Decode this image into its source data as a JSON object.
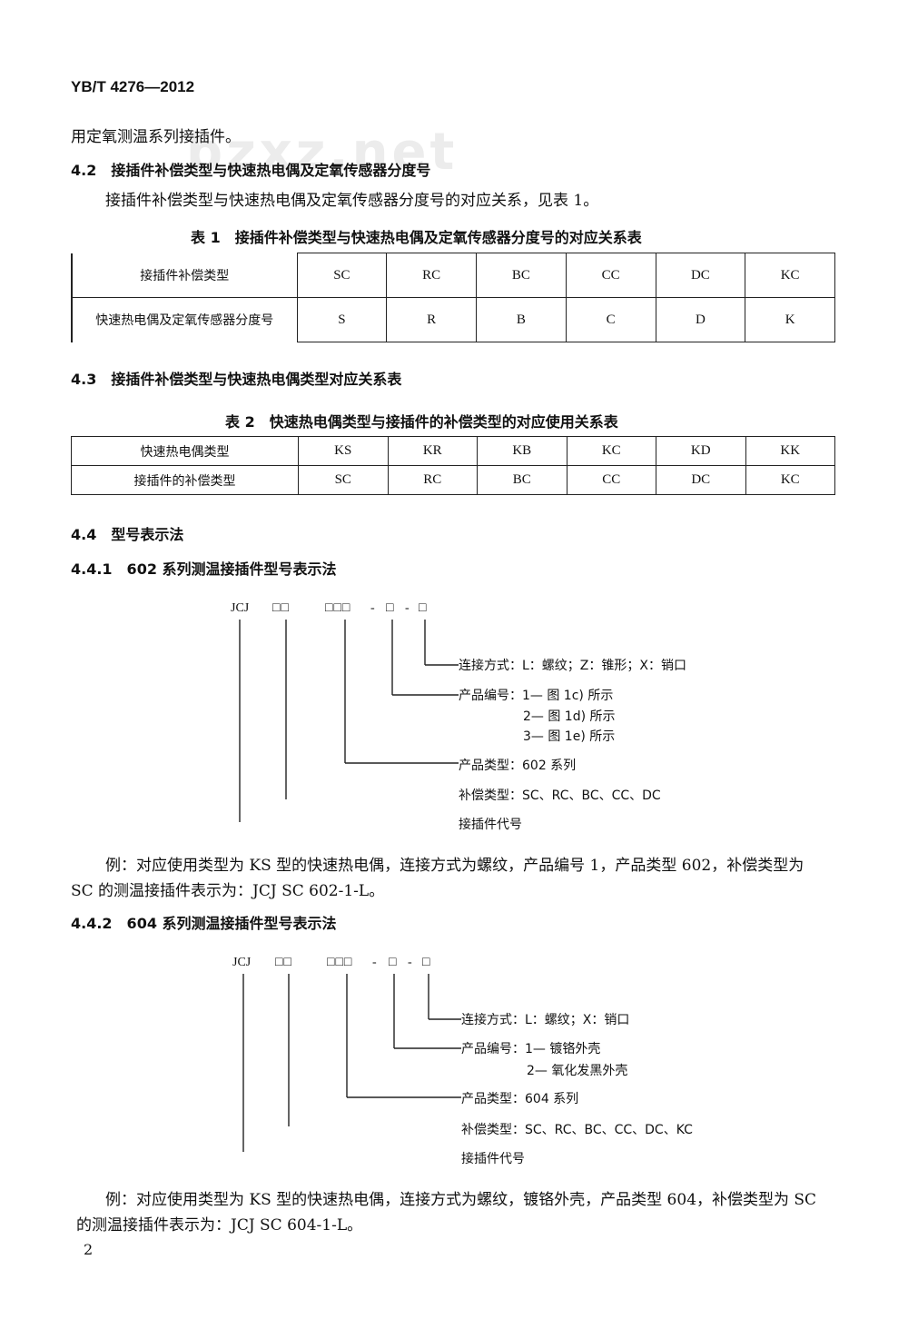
{
  "header": {
    "doc_code": "YB/T 4276—2012"
  },
  "watermark": "bzxz.net",
  "intro_line": "用定氧测温系列接插件。",
  "section_4_2": {
    "heading": "4.2　接插件补偿类型与快速热电偶及定氧传感器分度号",
    "para": "接插件补偿类型与快速热电偶及定氧传感器分度号的对应关系，见表 1。"
  },
  "table1": {
    "caption": "表 1　接插件补偿类型与快速热电偶及定氧传感器分度号的对应关系表",
    "rows": [
      {
        "label": "接插件补偿类型",
        "cells": [
          "SC",
          "RC",
          "BC",
          "CC",
          "DC",
          "KC"
        ]
      },
      {
        "label": "快速热电偶及定氧传感器分度号",
        "cells": [
          "S",
          "R",
          "B",
          "C",
          "D",
          "K"
        ]
      }
    ]
  },
  "section_4_3": {
    "heading": "4.3　接插件补偿类型与快速热电偶类型对应关系表"
  },
  "table2": {
    "caption": "表 2　快速热电偶类型与接插件的补偿类型的对应使用关系表",
    "rows": [
      {
        "label": "快速热电偶类型",
        "cells": [
          "KS",
          "KR",
          "KB",
          "KC",
          "KD",
          "KK"
        ]
      },
      {
        "label": "接插件的补偿类型",
        "cells": [
          "SC",
          "RC",
          "BC",
          "CC",
          "DC",
          "KC"
        ]
      }
    ]
  },
  "section_4_4": {
    "heading": "4.4　型号表示法"
  },
  "section_4_4_1": {
    "heading": "4.4.1　602 系列测温接插件型号表示法",
    "diagram": {
      "code": "JCJ",
      "boxes_a": "□□",
      "boxes_b": "□□□",
      "dash1": "-",
      "box_c": "□",
      "dash2": "-",
      "box_d": "□",
      "labels": {
        "connection": "连接方式：L：螺纹；Z：锥形；X：销口",
        "product_no": "产品编号：1— 图 1c) 所示",
        "product_no_2": "2— 图 1d) 所示",
        "product_no_3": "3— 图 1e) 所示",
        "product_type": "产品类型：602 系列",
        "comp_type": "补偿类型：SC、RC、BC、CC、DC",
        "code_name": "接插件代号"
      }
    },
    "example_line1": "例：对应使用类型为 KS 型的快速热电偶，连接方式为螺纹，产品编号 1，产品类型 602，补偿类型为",
    "example_line2": "SC 的测温接插件表示为：JCJ SC 602-1-L。"
  },
  "section_4_4_2": {
    "heading": "4.4.2　604 系列测温接插件型号表示法",
    "diagram": {
      "code": "JCJ",
      "boxes_a": "□□",
      "boxes_b": "□□□",
      "dash1": "-",
      "box_c": "□",
      "dash2": "-",
      "box_d": "□",
      "labels": {
        "connection": "连接方式：L：螺纹；X：销口",
        "product_no": "产品编号：1— 镀铬外壳",
        "product_no_2": "2— 氧化发黑外壳",
        "product_type": "产品类型：604 系列",
        "comp_type": "补偿类型：SC、RC、BC、CC、DC、KC",
        "code_name": "接插件代号"
      }
    },
    "example_line1": "例：对应使用类型为 KS 型的快速热电偶，连接方式为螺纹，镀铬外壳，产品类型 604，补偿类型为 SC",
    "example_line2": "的测温接插件表示为：JCJ SC 604-1-L。"
  },
  "footer": {
    "page_number": "2"
  }
}
